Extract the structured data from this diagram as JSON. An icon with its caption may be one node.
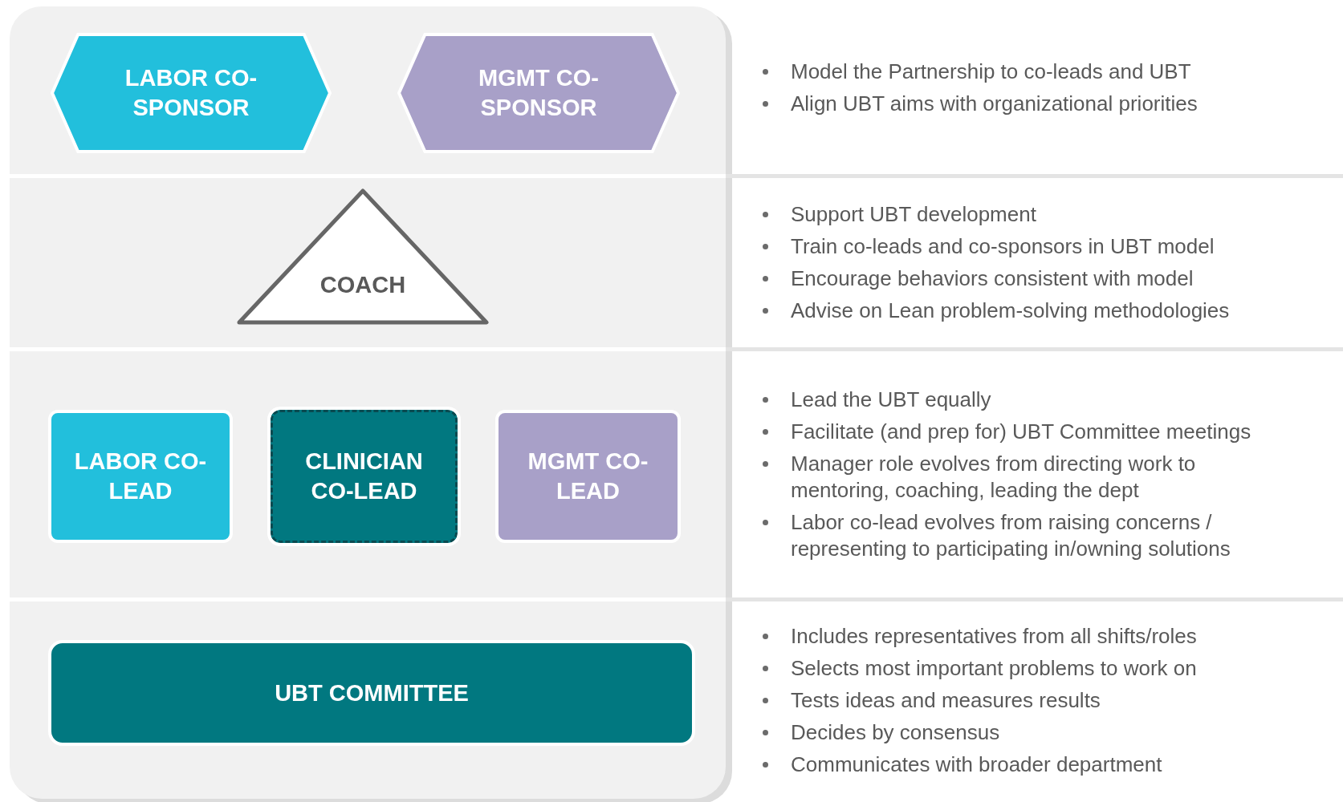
{
  "diagram": {
    "nodes": [
      {
        "text": [
          "LABOR CO-SPONSOR"
        ]
      },
      {
        "text": [
          "MGMT CO-SPONSOR"
        ]
      },
      {
        "text": [
          "COACH"
        ]
      },
      {
        "text": [
          "LABOR CO-LEAD"
        ]
      },
      {
        "text": [
          "CLINICIAN CO-LEAD"
        ]
      },
      {
        "text": [
          "MGMT CO-LEAD"
        ]
      },
      {
        "text": [
          "UBT COMMITTEE"
        ]
      }
    ],
    "labels": [
      "Model the Partnership to co-leads and UBT",
      "Align UBT aims with organizational priorities",
      "Support UBT development",
      "Train co-leads and co-sponsors in UBT model",
      "Encourage behaviors consistent with model",
      "Advise on Lean problem-solving methodologies",
      "Lead the UBT equally",
      "Facilitate (and prep for) UBT Committee meetings",
      "Manager role evolves from directing work to mentoring, coaching, leading the dept",
      "Labor co-lead evolves from raising concerns / representing to participating in/owning solutions",
      "Includes representatives from all shifts/roles",
      "Selects most important problems to work on",
      "Tests ideas and measures results",
      "Decides by consensus",
      "Communicates with broader department"
    ]
  }
}
